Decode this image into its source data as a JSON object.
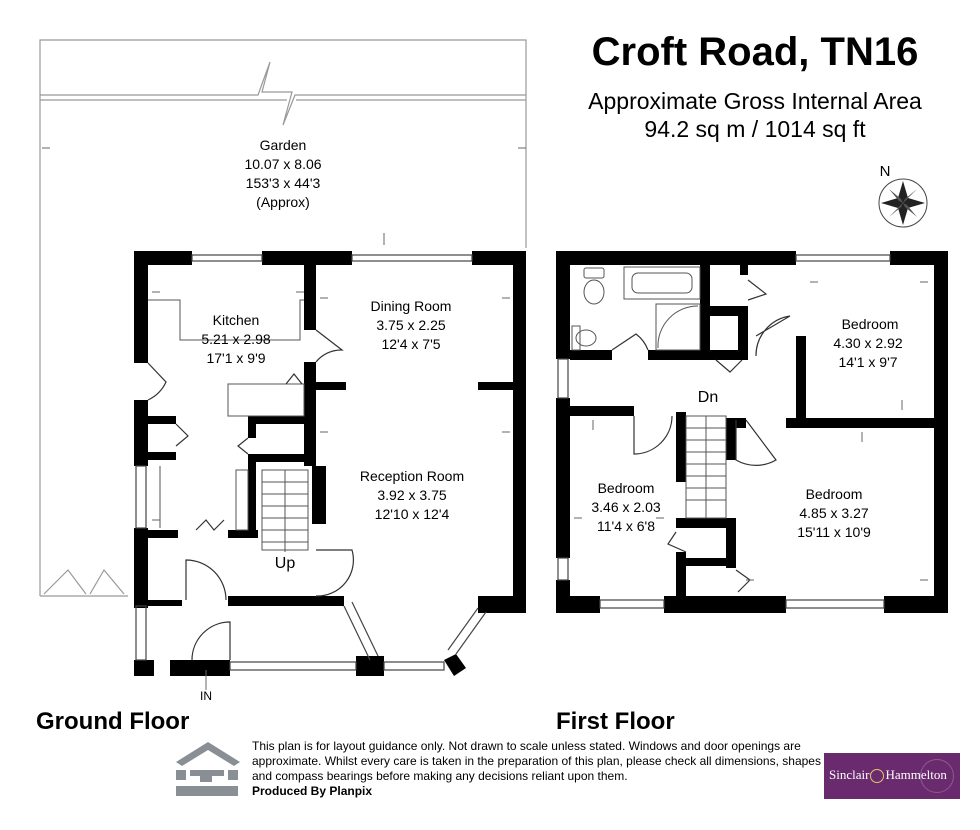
{
  "header": {
    "title": "Croft Road, TN16",
    "area_line1": "Approximate Gross Internal Area",
    "area_line2": "94.2 sq m / 1014 sq ft"
  },
  "compass": {
    "label": "N"
  },
  "ground_floor": {
    "label": "Ground Floor",
    "garden": {
      "name": "Garden",
      "metric": "10.07 x 8.06",
      "imperial": "153'3 x 44'3",
      "note": "(Approx)"
    },
    "kitchen": {
      "name": "Kitchen",
      "metric": "5.21 x 2.98",
      "imperial": "17'1 x 9'9"
    },
    "dining": {
      "name": "Dining Room",
      "metric": "3.75 x 2.25",
      "imperial": "12'4 x 7'5"
    },
    "reception": {
      "name": "Reception Room",
      "metric": "3.92 x 3.75",
      "imperial": "12'10 x 12'4"
    },
    "stairs_label": "Up",
    "entrance_label": "IN"
  },
  "first_floor": {
    "label": "First Floor",
    "bedroom_1": {
      "name": "Bedroom",
      "metric": "4.30 x 2.92",
      "imperial": "14'1 x 9'7"
    },
    "bedroom_2": {
      "name": "Bedroom",
      "metric": "3.46 x 2.03",
      "imperial": "11'4 x 6'8"
    },
    "bedroom_3": {
      "name": "Bedroom",
      "metric": "4.85 x 3.27",
      "imperial": "15'11 x 10'9"
    },
    "stairs_label": "Dn"
  },
  "footer": {
    "disclaimer": "This plan is for layout guidance only. Not drawn to scale unless stated. Windows and door openings are approximate. Whilst every care is taken in the preparation of this plan, please check all dimensions, shapes and compass bearings before making any decisions reliant upon them.",
    "produced_by": "Produced By Planpix",
    "agent_brand_left": "Sinclair",
    "agent_brand_right": "Hammelton",
    "brand_color": "#6a2a6e"
  }
}
